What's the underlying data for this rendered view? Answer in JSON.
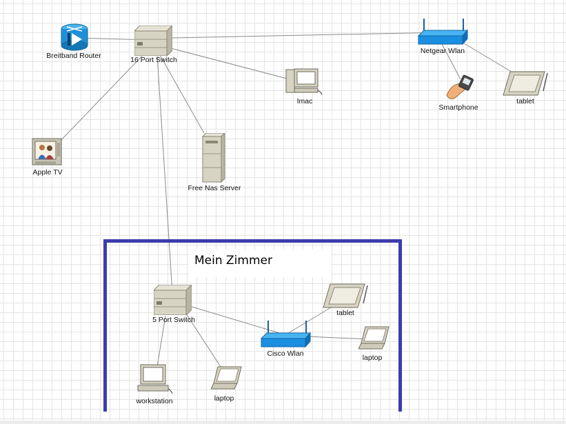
{
  "diagram": {
    "room": {
      "title": "Mein Zimmer",
      "border_color": "#3c3cac"
    },
    "nodes": [
      {
        "id": "breitband-router",
        "label": "Breitband Router",
        "type": "router"
      },
      {
        "id": "switch-16",
        "label": "16 Port Switch",
        "type": "switch"
      },
      {
        "id": "netgear-wlan",
        "label": "Netgear Wlan",
        "type": "wireless-router"
      },
      {
        "id": "imac",
        "label": "Imac",
        "type": "pc"
      },
      {
        "id": "smartphone",
        "label": "Smartphone",
        "type": "smartphone"
      },
      {
        "id": "tablet-1",
        "label": "tablet",
        "type": "tablet"
      },
      {
        "id": "apple-tv",
        "label": "Apple TV",
        "type": "tv"
      },
      {
        "id": "free-nas",
        "label": "Free Nas Server",
        "type": "server"
      },
      {
        "id": "switch-5",
        "label": "5 Port Switch",
        "type": "switch"
      },
      {
        "id": "cisco-wlan",
        "label": "Cisco Wlan",
        "type": "wireless-router"
      },
      {
        "id": "tablet-2",
        "label": "tablet",
        "type": "tablet"
      },
      {
        "id": "laptop-1",
        "label": "laptop",
        "type": "laptop"
      },
      {
        "id": "workstation",
        "label": "workstation",
        "type": "pc"
      },
      {
        "id": "laptop-2",
        "label": "laptop",
        "type": "laptop"
      }
    ],
    "links": [
      [
        "breitband-router",
        "switch-16"
      ],
      [
        "switch-16",
        "netgear-wlan"
      ],
      [
        "switch-16",
        "imac"
      ],
      [
        "switch-16",
        "apple-tv"
      ],
      [
        "switch-16",
        "free-nas"
      ],
      [
        "switch-16",
        "switch-5"
      ],
      [
        "netgear-wlan",
        "smartphone"
      ],
      [
        "netgear-wlan",
        "tablet-1"
      ],
      [
        "switch-5",
        "cisco-wlan"
      ],
      [
        "switch-5",
        "workstation"
      ],
      [
        "switch-5",
        "laptop-2"
      ],
      [
        "cisco-wlan",
        "tablet-2"
      ],
      [
        "cisco-wlan",
        "laptop-1"
      ]
    ],
    "colors": {
      "link": "#8a8a8a",
      "device_beige": "#d8d4c4",
      "router_blue": "#1f8fd6",
      "wlan_blue": "#1a8fe0"
    }
  }
}
